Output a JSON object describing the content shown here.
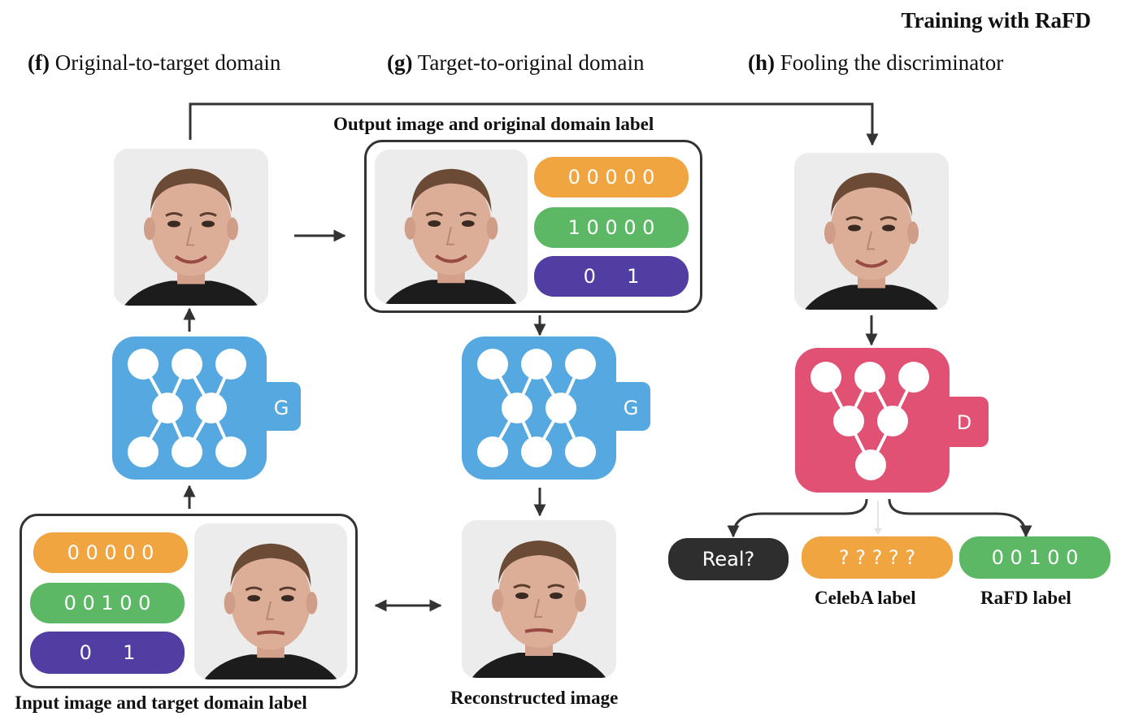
{
  "header": {
    "title": "Training with RaFD"
  },
  "sections": {
    "f": {
      "letter": "(f)",
      "title": "Original-to-target domain"
    },
    "g": {
      "letter": "(g)",
      "title": "Target-to-original domain"
    },
    "h": {
      "letter": "(h)",
      "title": "Fooling the discriminator"
    }
  },
  "captions": {
    "output": "Output image and original domain label",
    "input": "Input image and target domain label",
    "reconstructed": "Reconstructed image",
    "celeba": "CelebA label",
    "rafd": "RaFD label"
  },
  "labels": {
    "input_card": {
      "celeba": "0 0 0 0 0",
      "rafd": "0 0 1 0 0",
      "mask": "0     1"
    },
    "output_card": {
      "celeba": "0 0 0 0 0",
      "rafd": "1 0 0 0 0",
      "mask": "0     1"
    },
    "discriminator_outputs": {
      "real": "Real?",
      "celeba": "? ? ? ? ?",
      "rafd": "0 0 1 0 0"
    }
  },
  "networks": {
    "generator_1": "G",
    "generator_2": "G",
    "discriminator": "D"
  },
  "colors": {
    "generator": "#55a8e0",
    "discriminator": "#e05173",
    "orange_label": "#f0a541",
    "green_label": "#5cb865",
    "purple_label": "#523ea2",
    "real_label": "#2e2e2e",
    "arrow": "#333333"
  }
}
